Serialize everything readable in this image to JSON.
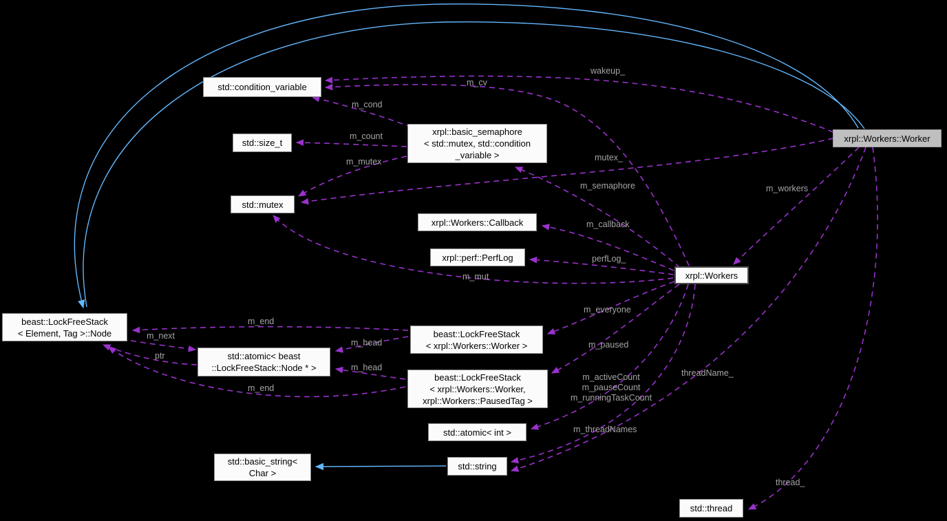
{
  "diagram": {
    "title": "xrpl::Workers::Worker collaboration diagram",
    "colors": {
      "background": "#000000",
      "usage_edge": "#9a32cd",
      "inheritance_edge": "#63b8ff",
      "node_fill": "#fbfbfb",
      "node_border": "#8a8a8a",
      "current_node_fill": "#bfbfbf",
      "edge_label_text": "#a5a5a5"
    },
    "nodes": {
      "condvar": {
        "label": "std::condition_variable"
      },
      "sizet": {
        "label": "std::size_t"
      },
      "semaphore": {
        "label": "xrpl::basic_semaphore\n< std::mutex, std::condition\n_variable >"
      },
      "mutex": {
        "label": "std::mutex"
      },
      "callback": {
        "label": "xrpl::Workers::Callback"
      },
      "perflog": {
        "label": "xrpl::perf::PerfLog"
      },
      "workers": {
        "label": "xrpl::Workers"
      },
      "worker": {
        "label": "xrpl::Workers::Worker"
      },
      "node": {
        "label": "beast::LockFreeStack\n< Element, Tag >::Node"
      },
      "atomicNode": {
        "label": "std::atomic< beast\n::LockFreeStack::Node * >"
      },
      "lfsWorker": {
        "label": "beast::LockFreeStack\n< xrpl::Workers::Worker >"
      },
      "lfsPaused": {
        "label": "beast::LockFreeStack\n< xrpl::Workers::Worker,\nxrpl::Workers::PausedTag >"
      },
      "atomicInt": {
        "label": "std::atomic< int >"
      },
      "basicString": {
        "label": "std::basic_string<\nChar >"
      },
      "string": {
        "label": "std::string"
      },
      "thread": {
        "label": "std::thread"
      }
    },
    "edge_labels": {
      "wakeup": "wakeup_",
      "m_cv": "m_cv",
      "m_cond": "m_cond",
      "m_count": "m_count",
      "m_mutex": "m_mutex",
      "mutex": "mutex_",
      "m_semaphore": "m_semaphore",
      "m_callback": "m_callback",
      "perfLog": "perfLog_",
      "m_mut": "m_mut",
      "m_workers": "m_workers",
      "m_everyone": "m_everyone",
      "m_paused": "m_paused",
      "m_end_upper": "m_end",
      "m_next": "m_next",
      "ptr": "ptr",
      "m_head_upper": "m_head",
      "m_head_lower": "m_head",
      "m_end_lower": "m_end",
      "m_counts": "m_activeCount\nm_pauseCount\nm_runningTaskCount",
      "m_threadNames": "m_threadNames",
      "threadName": "threadName_",
      "thread": "thread_"
    }
  }
}
